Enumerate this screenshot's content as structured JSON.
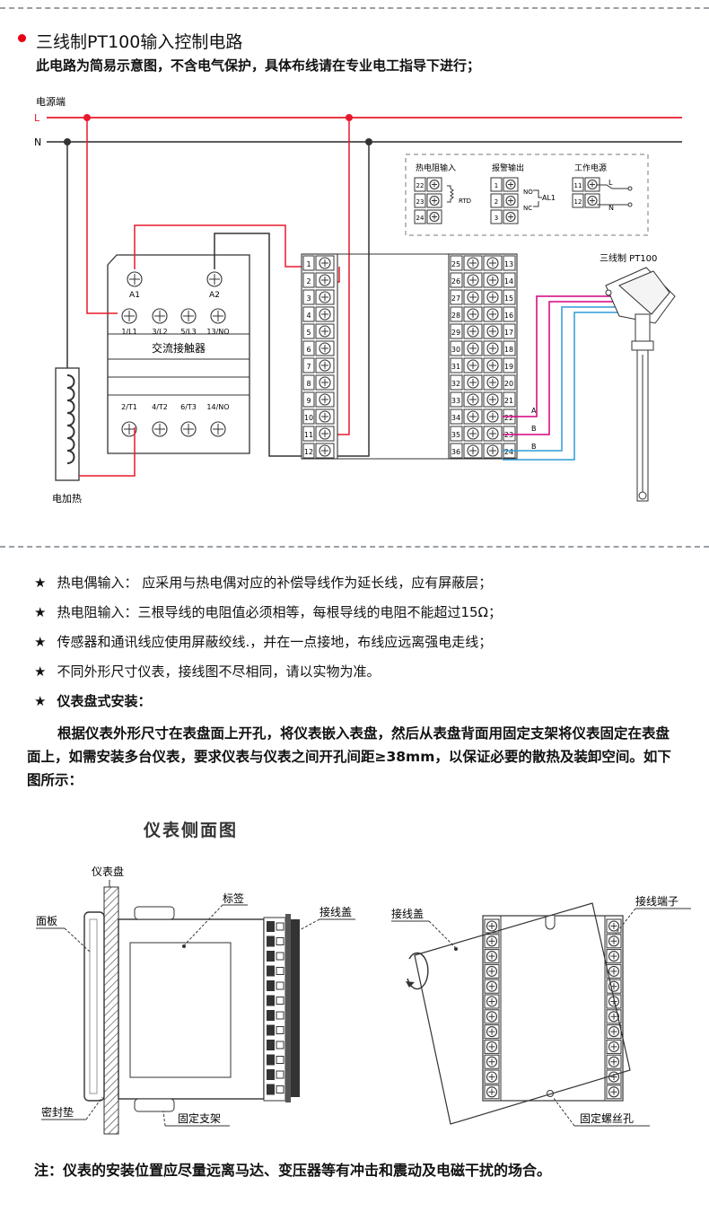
{
  "header": {
    "title": "三线制PT100输入控制电路",
    "subtitle": "此电路为简易示意图，不含电气保护，具体布线请在专业电工指导下进行；"
  },
  "wiring": {
    "power_label": "电源端",
    "line_L": "L",
    "line_N": "N",
    "contactor": {
      "name": "交流接触器",
      "coil_a1": "A1",
      "coil_a2": "A2",
      "top_terminals": [
        "1/L1",
        "3/L2",
        "5/L3",
        "13/NO"
      ],
      "bottom_terminals": [
        "2/T1",
        "4/T2",
        "6/T3",
        "14/NO"
      ]
    },
    "heater_label": "电加热",
    "legend": {
      "rtd_title": "热电阻输入",
      "rtd_terminals": [
        "22",
        "23",
        "24"
      ],
      "rtd_label": "RTD",
      "alarm_title": "报警输出",
      "alarm_terminals": [
        "1",
        "2",
        "3"
      ],
      "alarm_no": "NO",
      "alarm_nc": "NC",
      "alarm_label": "AL1",
      "power_title": "工作电源",
      "power_terminals": [
        "11",
        "12"
      ],
      "power_l": "L",
      "power_n": "N"
    },
    "sensor_label": "三线制  PT100",
    "terminal_left": [
      "1",
      "2",
      "3",
      "4",
      "5",
      "6",
      "7",
      "8",
      "9",
      "10",
      "11",
      "12"
    ],
    "terminal_mid": [
      "25",
      "26",
      "27",
      "28",
      "29",
      "30",
      "31",
      "32",
      "33",
      "34",
      "35",
      "36"
    ],
    "terminal_right": [
      "13",
      "14",
      "15",
      "16",
      "17",
      "18",
      "19",
      "20",
      "21",
      "22",
      "23",
      "24"
    ],
    "wire_labels": [
      "A",
      "B",
      "B"
    ],
    "wire_colors": {
      "red": "#e8192c",
      "magenta": "#d6007e",
      "blue": "#2e9bd6",
      "dark": "#222222"
    }
  },
  "notes": [
    {
      "star": "★",
      "text": "热电偶输入：  应采用与热电偶对应的补偿导线作为延长线，应有屏蔽层；"
    },
    {
      "star": "★",
      "text": "热电阻输入：三根导线的电阻值必须相等，每根导线的电阻不能超过15Ω；"
    },
    {
      "star": "★",
      "text": "传感器和通讯线应使用屏蔽绞线.，并在一点接地，布线应远离强电走线；"
    },
    {
      "star": "★",
      "text": "不同外形尺寸仪表，接线图不尽相同，请以实物为准。"
    },
    {
      "star": "★",
      "text": "仪表盘式安装："
    }
  ],
  "install_paragraph": "根据仪表外形尺寸在表盘面上开孔，将仪表嵌入表盘，然后从表盘背面用固定支架将仪表固定在表盘面上，如需安装多台仪表，要求仪表与仪表之间开孔间距≥38mm，以保证必要的散热及装卸空间。如下图所示：",
  "side_view": {
    "title": "仪表侧面图",
    "panel": "仪表盘",
    "face": "面板",
    "label": "标签",
    "cover": "接线盖",
    "seal": "密封垫",
    "bracket": "固定支架"
  },
  "back_view": {
    "cover": "接线盖",
    "terminal": "接线端子",
    "screw_hole": "固定螺丝孔"
  },
  "footer_note": "注：仪表的安装位置应尽量远离马达、变压器等有冲击和震动及电磁干扰的场合。"
}
